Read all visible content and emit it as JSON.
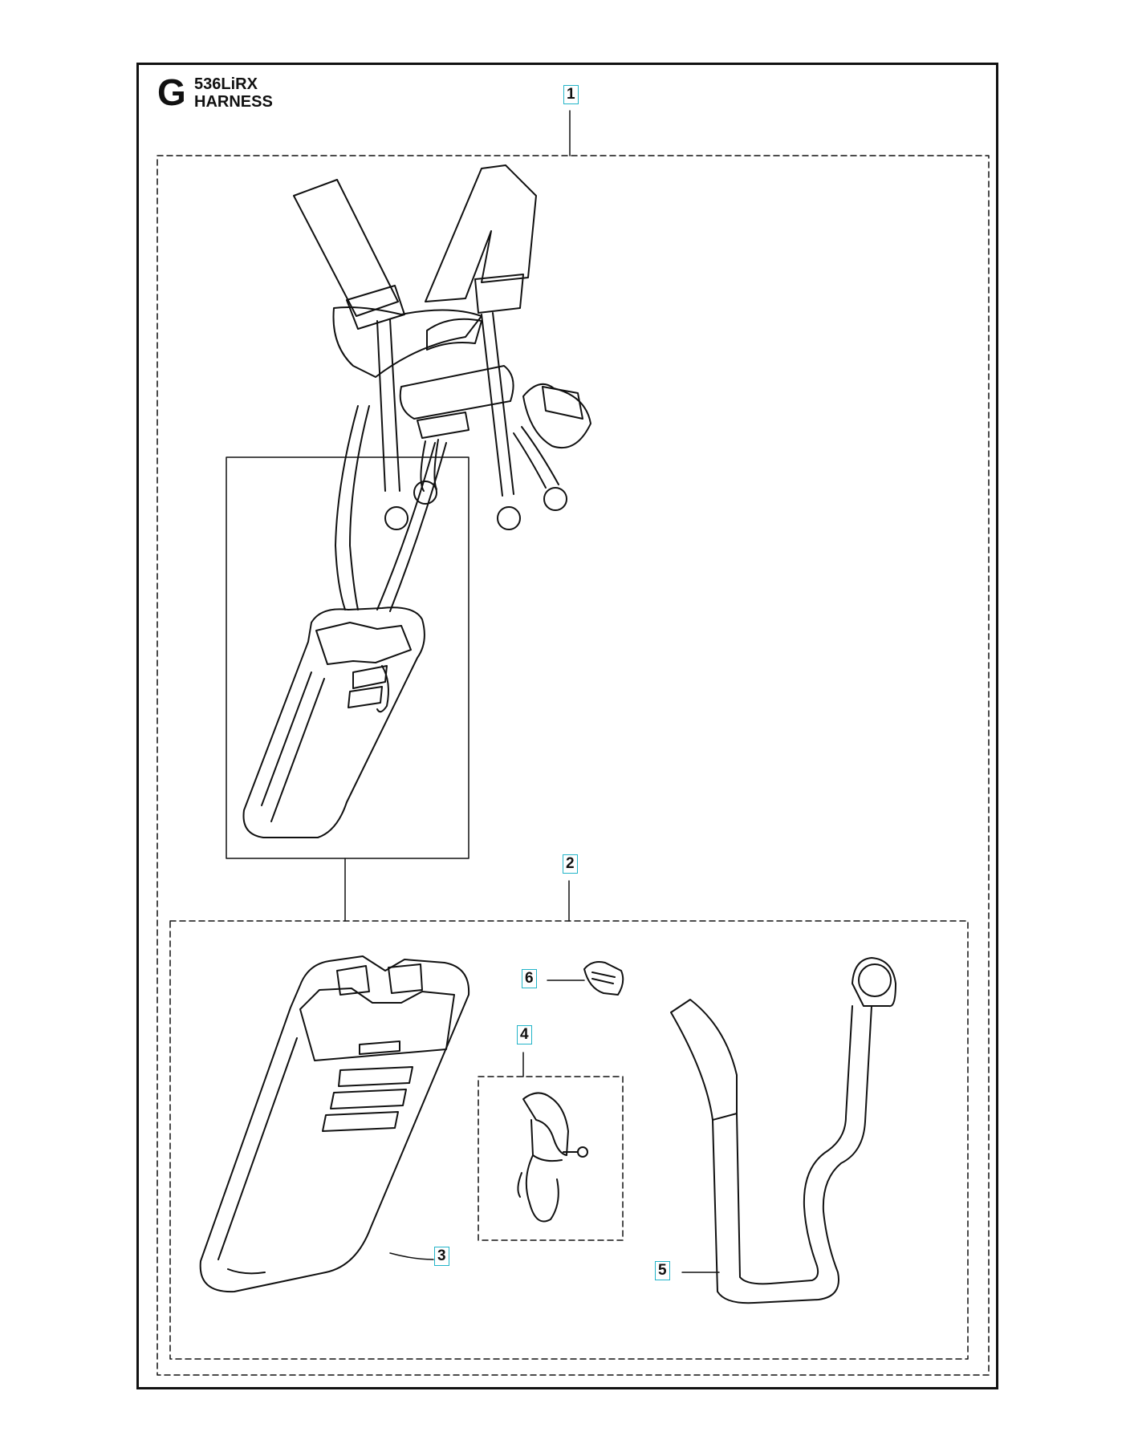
{
  "header": {
    "section_letter": "G",
    "model": "536LiRX",
    "title": "HARNESS"
  },
  "callouts": {
    "c1": "1",
    "c2": "2",
    "c3": "3",
    "c4": "4",
    "c5": "5",
    "c6": "6"
  },
  "colors": {
    "line": "#111111",
    "callout_border": "#22b4c8"
  }
}
